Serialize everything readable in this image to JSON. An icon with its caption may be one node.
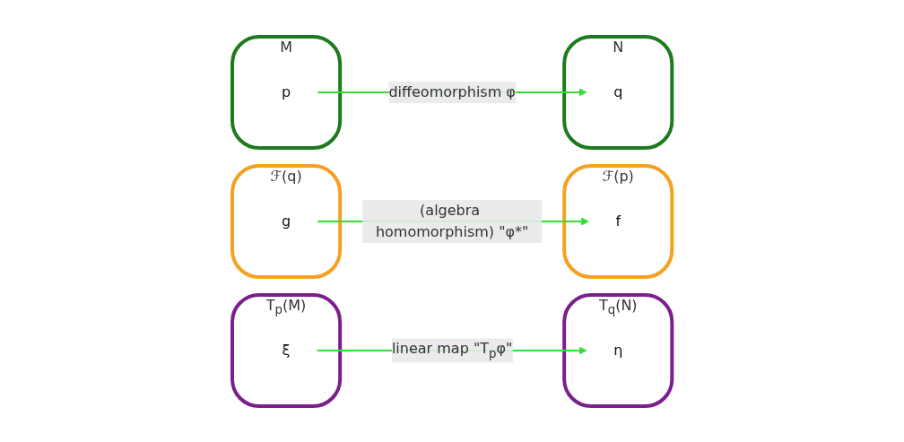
{
  "diagram": {
    "nodes": [
      {
        "text": [
          "M"
        ]
      },
      {
        "text": [
          "p"
        ],
        "in": 0
      },
      {
        "text": [
          "N"
        ]
      },
      {
        "text": [
          "q"
        ],
        "in": 2
      },
      {
        "text": [
          "ℱ(p)"
        ]
      },
      {
        "text": [
          "f"
        ],
        "in": 4
      },
      {
        "text": [
          "ℱ(q)"
        ]
      },
      {
        "text": [
          "g"
        ],
        "in": 6
      },
      {
        "text": [
          "T$_{p}$(M)"
        ]
      },
      {
        "text": [
          "ξ"
        ],
        "in": 8
      },
      {
        "text": [
          "T$_{q}$(N)"
        ]
      },
      {
        "text": [
          "η"
        ],
        "in": 10
      }
    ],
    "edges": [
      {
        "from": 1,
        "to": 3,
        "arrow": "to",
        "label": "diffeomorphism φ"
      },
      {
        "from": 7,
        "to": 5,
        "arrow": "to",
        "label": "(algebra homomorphism) \"φ*\""
      },
      {
        "from": 9,
        "to": 11,
        "arrow": "to",
        "label": "linear map \"T$_{p}$φ\""
      }
    ]
  }
}
